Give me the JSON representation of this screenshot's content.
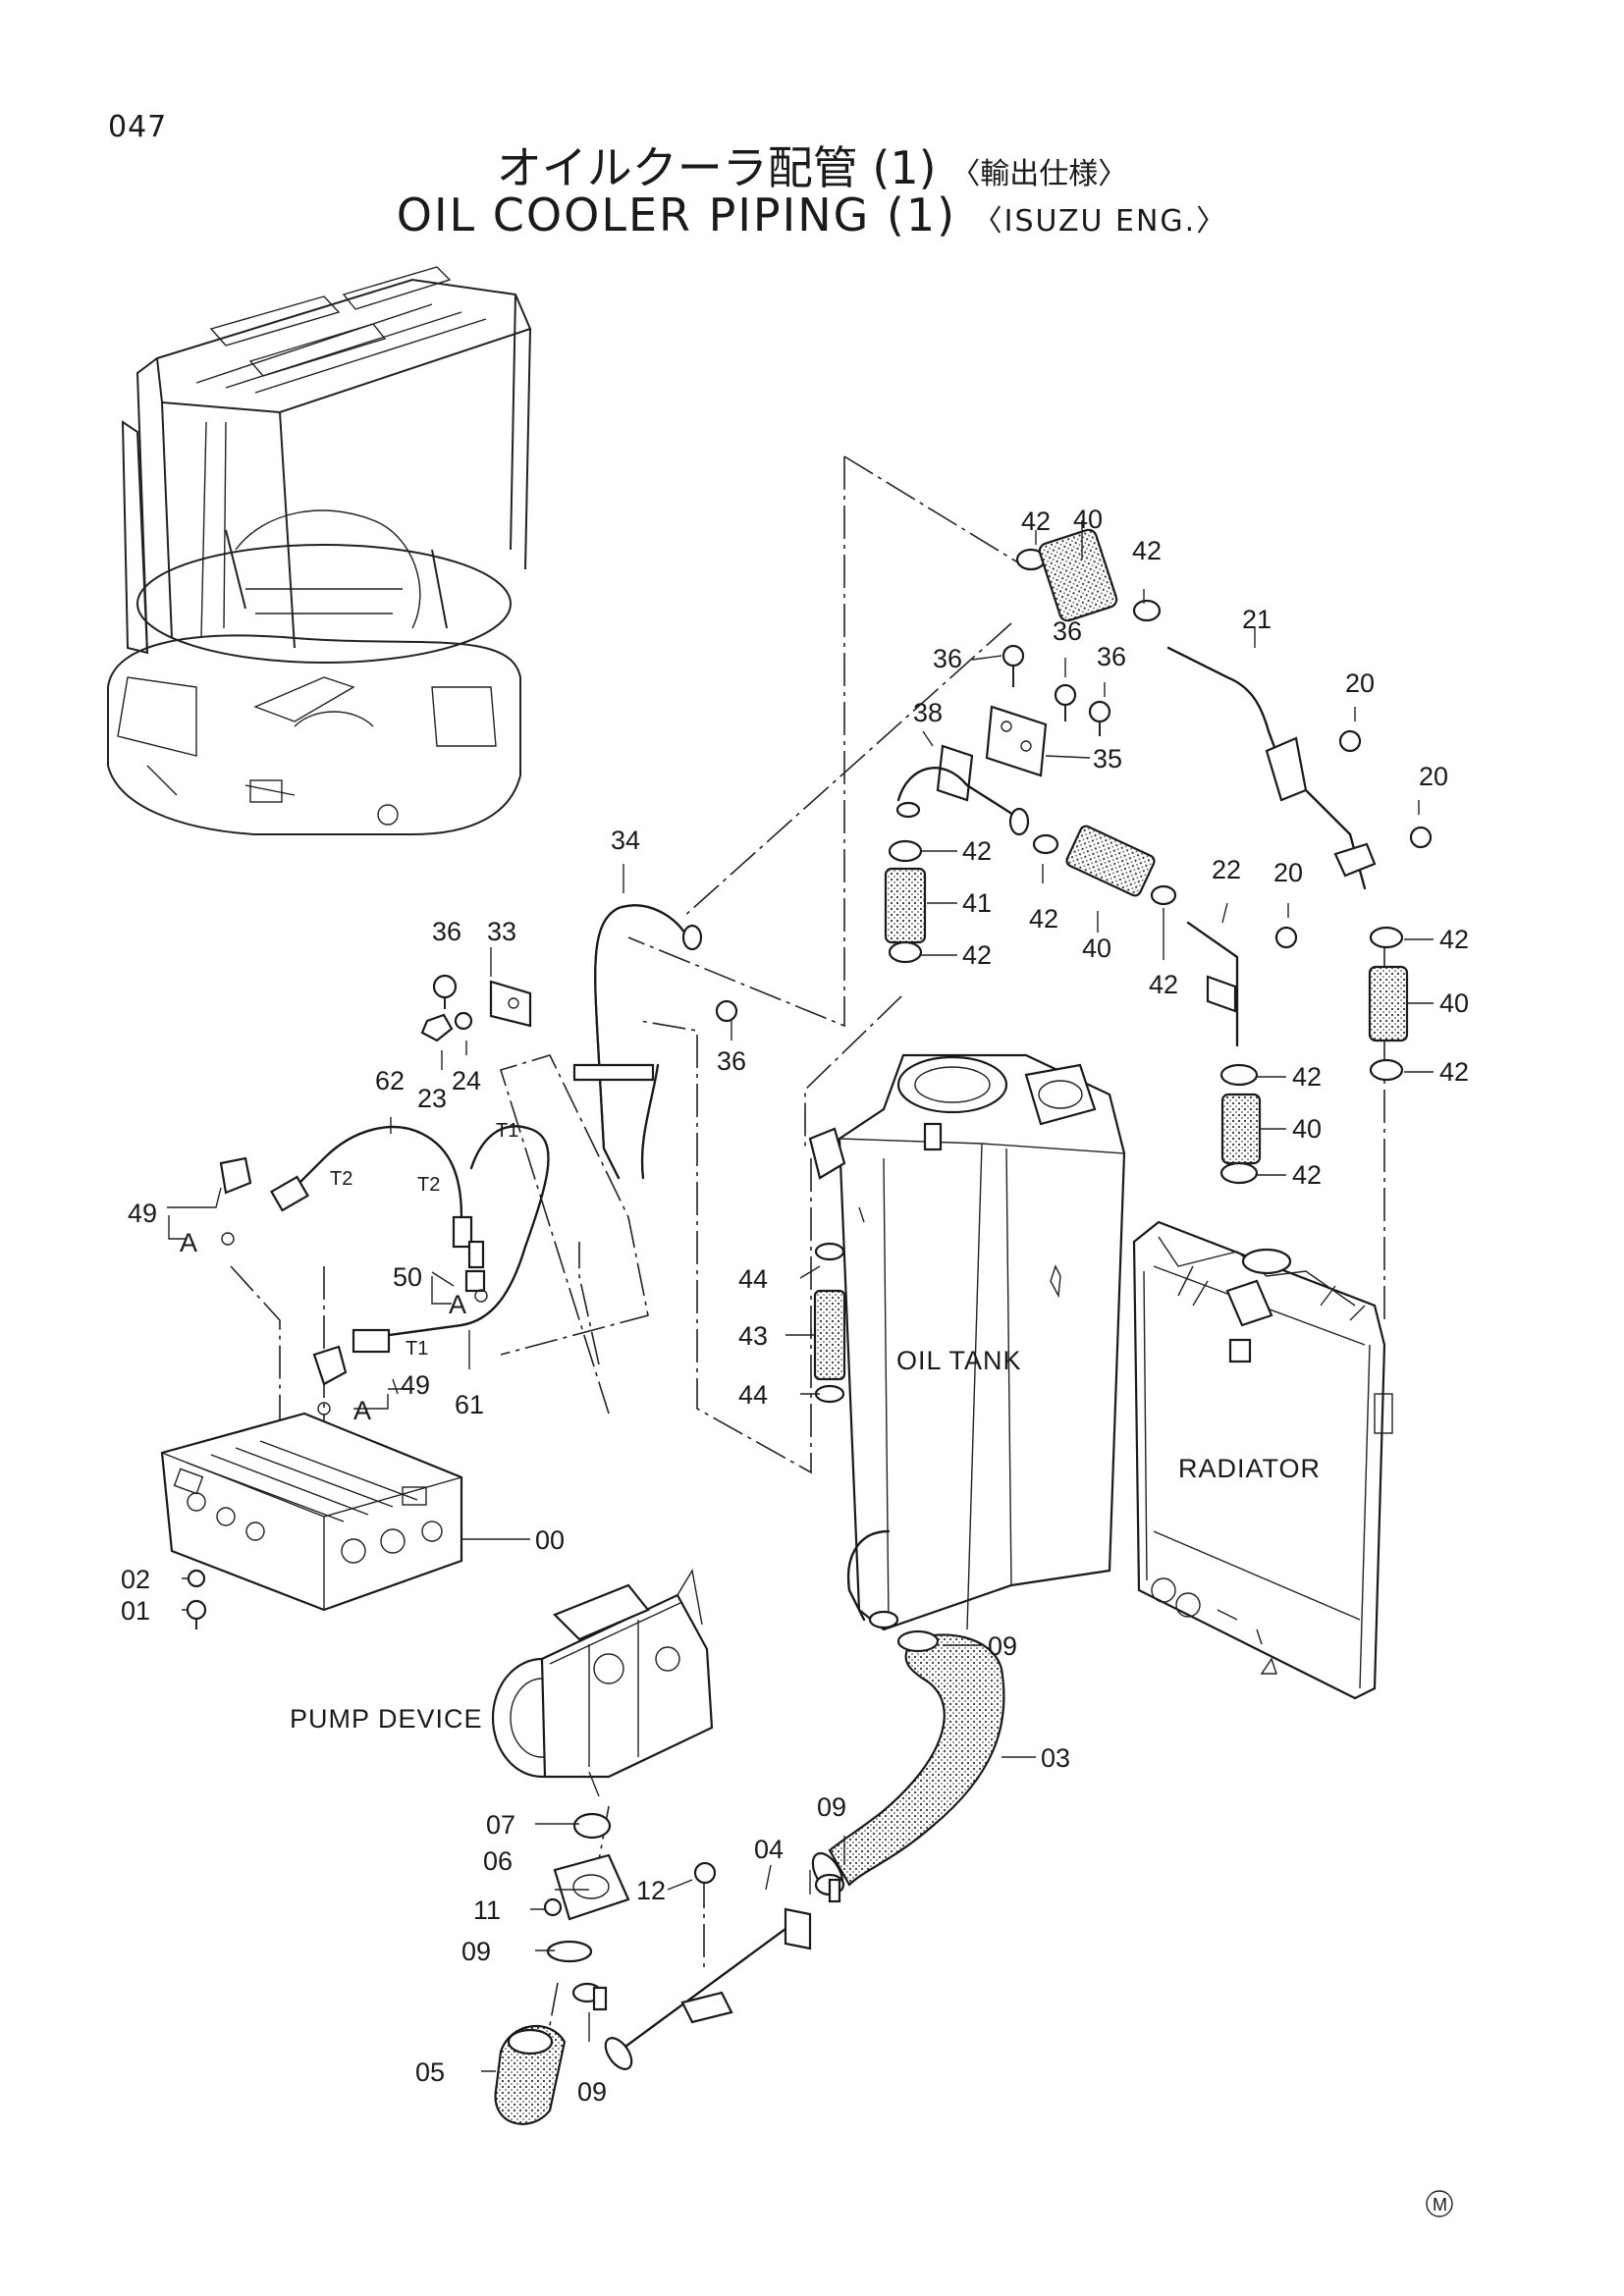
{
  "page_number": "047",
  "title_jp": "オイルクーラ配管 (1)",
  "title_jp_sub": "〈輸出仕様〉",
  "title_en": "OIL COOLER PIPING (1)",
  "title_en_sub": "〈ISUZU ENG.〉",
  "assemblies": {
    "oil_tank": "OIL TANK",
    "radiator": "RADIATOR",
    "pump_device": "PUMP DEVICE"
  },
  "callouts": {
    "p42a": "42",
    "p40a": "40",
    "p42b": "42",
    "p21": "21",
    "p36a": "36",
    "p36b": "36",
    "p36c": "36",
    "p20a": "20",
    "p20b": "20",
    "p20c": "20",
    "p38": "38",
    "p35": "35",
    "p42c": "42",
    "p41": "41",
    "p42d": "42",
    "p42e": "42",
    "p40b": "40",
    "p42f": "42",
    "p22": "22",
    "p42g": "42",
    "p40c": "40",
    "p42h": "42",
    "p42i": "42",
    "p40d": "40",
    "p42j": "42",
    "p34": "34",
    "p36d": "36",
    "p33": "33",
    "p24": "24",
    "p23": "23",
    "p36e": "36",
    "p62": "62",
    "p49a": "49",
    "p50": "50",
    "p49b": "49",
    "p61": "61",
    "p44a": "44",
    "p43": "43",
    "p44b": "44",
    "p00": "00",
    "p02": "02",
    "p01": "01",
    "p09a": "09",
    "p03": "03",
    "p09b": "09",
    "p04": "04",
    "p12": "12",
    "p07": "07",
    "p06": "06",
    "p11": "11",
    "p09c": "09",
    "p05": "05",
    "p09d": "09"
  },
  "ref_marks": {
    "a1": "A",
    "a2": "A",
    "a3": "A"
  },
  "port_marks": {
    "t1a": "T1",
    "t1b": "T1",
    "t2a": "T2",
    "t2b": "T2"
  },
  "mark": "M"
}
